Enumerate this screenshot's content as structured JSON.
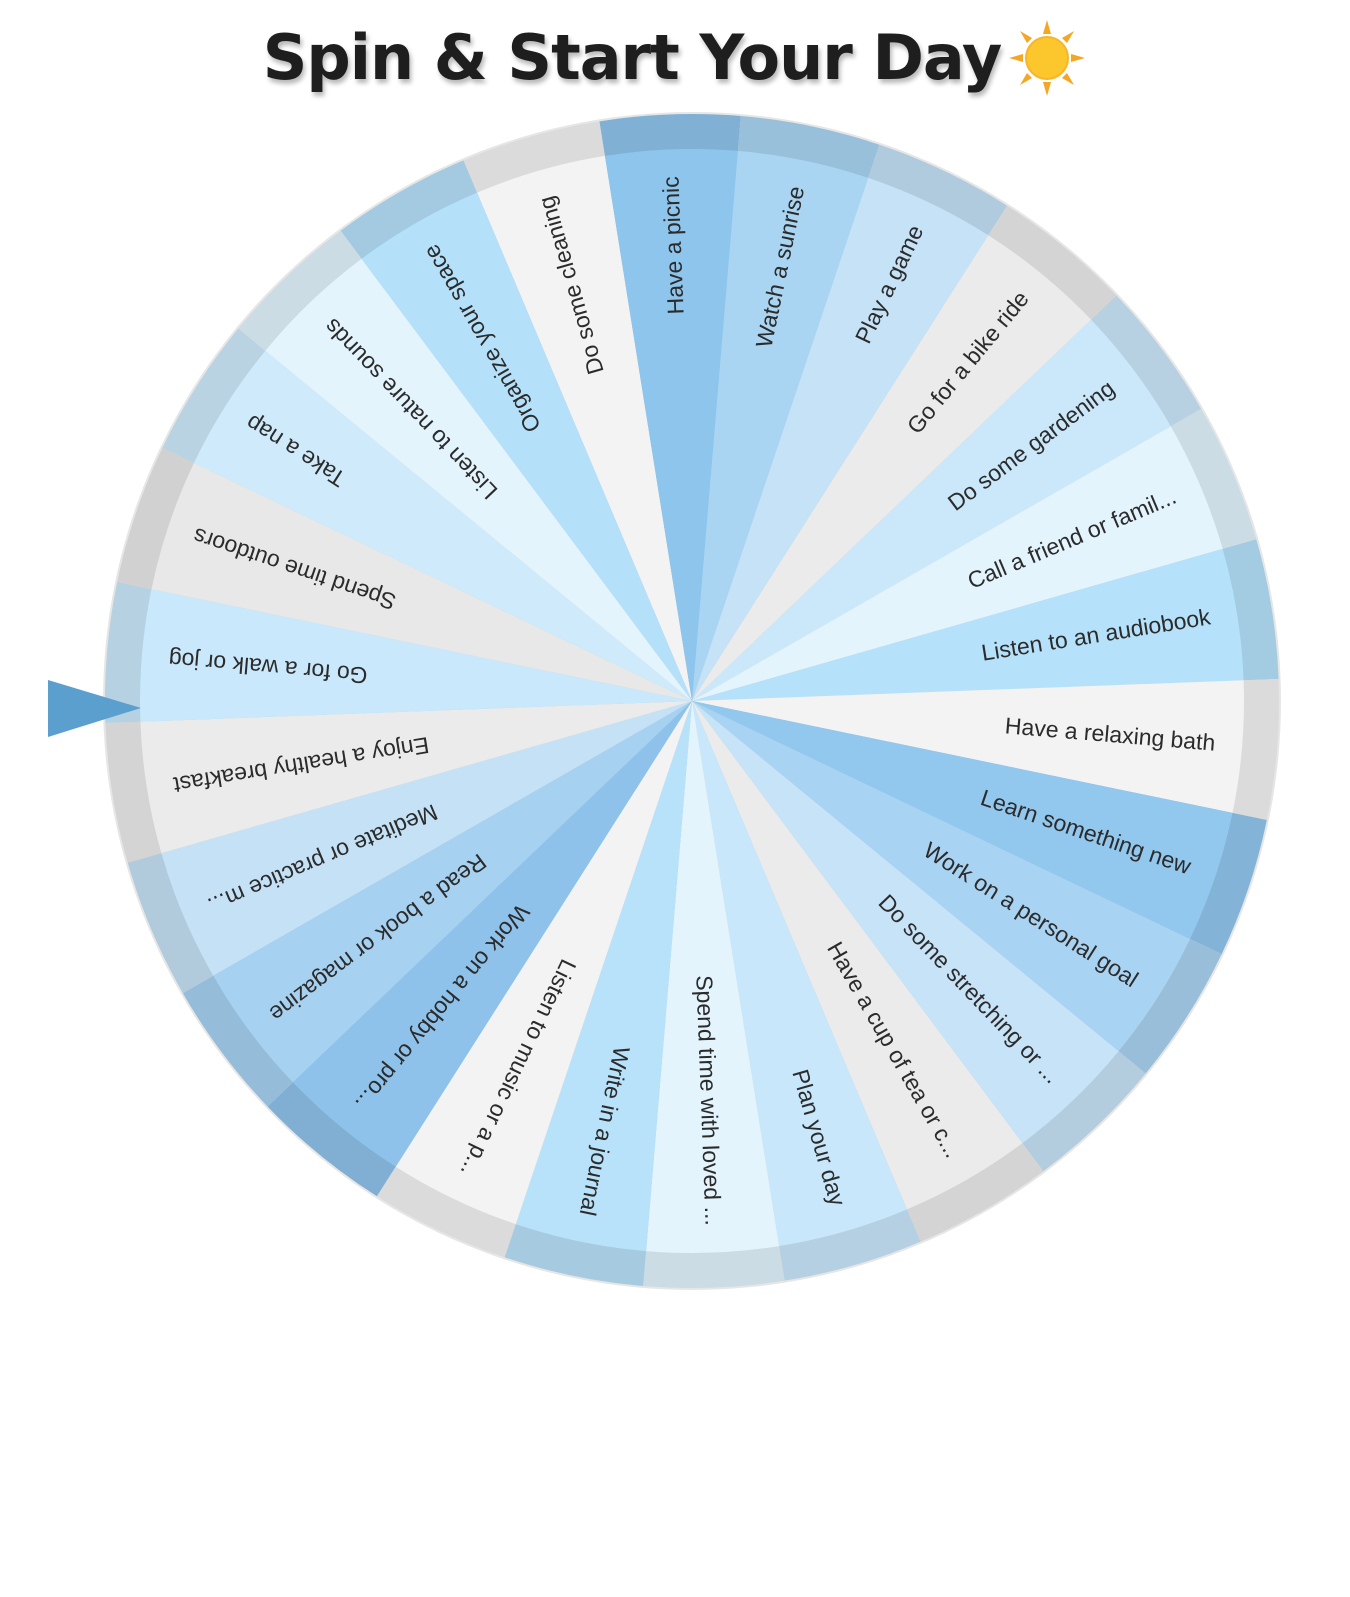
{
  "header": {
    "title": "Spin & Start Your Day",
    "title_icon": "sun-emoji"
  },
  "wheel": {
    "state": "idle",
    "pointer": {
      "icon": "triangle-pointer-icon",
      "color": "#5b9fcf",
      "side": "left"
    },
    "segments": [
      {
        "label": "Do some cleaning",
        "color": "#f3f3f3"
      },
      {
        "label": "Have a picnic",
        "color": "#8ec5ec"
      },
      {
        "label": "Watch a sunrise",
        "color": "#a9d5f3"
      },
      {
        "label": "Play a game",
        "color": "#c5e2f7"
      },
      {
        "label": "Go for a bike ride",
        "color": "#ebebeb"
      },
      {
        "label": "Do some gardening",
        "color": "#cbe8fb"
      },
      {
        "label": "Call a friend or famil...",
        "color": "#e3f4fd"
      },
      {
        "label": "Listen to an audiobook",
        "color": "#b5e2fa"
      },
      {
        "label": "Have a relaxing bath",
        "color": "#f3f3f3"
      },
      {
        "label": "Learn something new",
        "color": "#92c7ee"
      },
      {
        "label": "Work on a personal goal",
        "color": "#a9d3f2"
      },
      {
        "label": "Do some stretching or ...",
        "color": "#c7e3f7"
      },
      {
        "label": "Have a cup of tea or c...",
        "color": "#ebebeb"
      },
      {
        "label": "Plan your day",
        "color": "#c8e7fb"
      },
      {
        "label": "Spend time with loved ...",
        "color": "#e3f4fd"
      },
      {
        "label": "Write in a journal",
        "color": "#b8e2fa"
      },
      {
        "label": "Listen to music or a p...",
        "color": "#f3f3f3"
      },
      {
        "label": "Work on a hobby or pro...",
        "color": "#8ec2ea"
      },
      {
        "label": "Read a book or magazine",
        "color": "#a6d1f1"
      },
      {
        "label": "Meditate or practice m...",
        "color": "#c5e1f6"
      },
      {
        "label": "Enjoy a healthy breakfast",
        "color": "#ebebeb"
      },
      {
        "label": "Go for a walk or jog",
        "color": "#c9e8fb"
      },
      {
        "label": "Spend time outdoors",
        "color": "#e8e8e8"
      },
      {
        "label": "Take a nap",
        "color": "#cfeafb"
      },
      {
        "label": "Listen to nature sounds",
        "color": "#e3f4fd"
      },
      {
        "label": "Organize your space",
        "color": "#b5e0f9"
      }
    ]
  }
}
